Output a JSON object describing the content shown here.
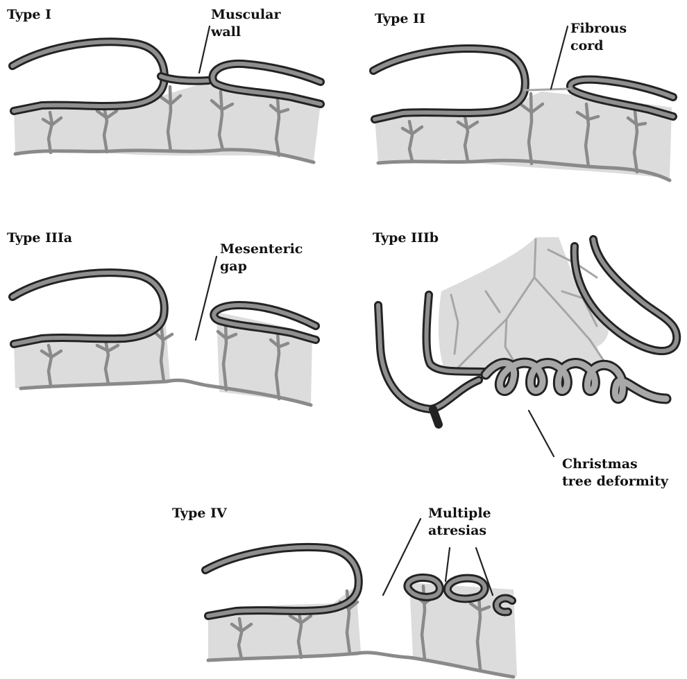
{
  "labels": {
    "type1": "Type I",
    "type2": "Type II",
    "type3a": "Type IIIa",
    "type3b": "Type IIIb",
    "type4": "Type IV",
    "muscular_wall_1": "Muscular",
    "muscular_wall_2": "wall",
    "fibrous_cord_1": "Fibrous",
    "fibrous_cord_2": "cord",
    "mesenteric_gap_1": "Mesenteric",
    "mesenteric_gap_2": "gap",
    "christmas_tree_1": "Christmas",
    "christmas_tree_2": "tree deformity",
    "multiple_atresias_1": "Multiple",
    "multiple_atresias_2": "atresias"
  },
  "colors": {
    "mesentery_fill": "#dcdcdc",
    "vessel": "#8a8a8a",
    "bowel_outline": "#222222",
    "bowel_core": "#8f8f8f"
  }
}
